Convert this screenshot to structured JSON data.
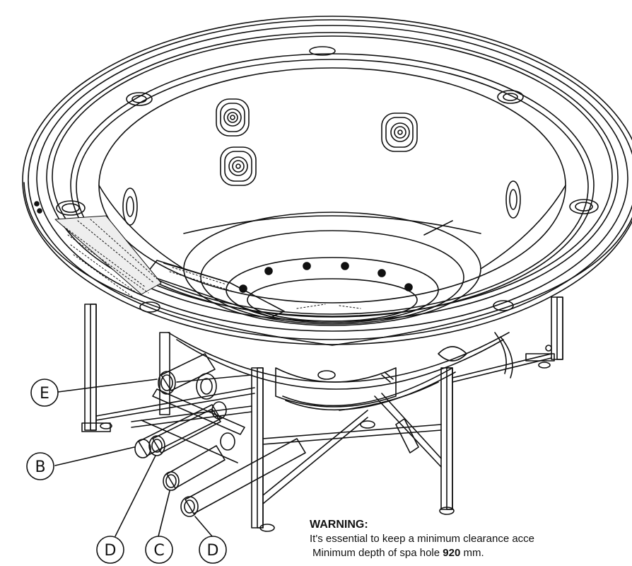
{
  "callouts": {
    "e": "E",
    "b": "B",
    "d1": "D",
    "c": "C",
    "d2": "D"
  },
  "warning": {
    "title": "WARNING:",
    "line1": "It's essential to keep a minimum clearance acce",
    "line2_prefix": "Minimum depth of spa hole",
    "line2_value": "920",
    "line2_suffix": "mm."
  }
}
